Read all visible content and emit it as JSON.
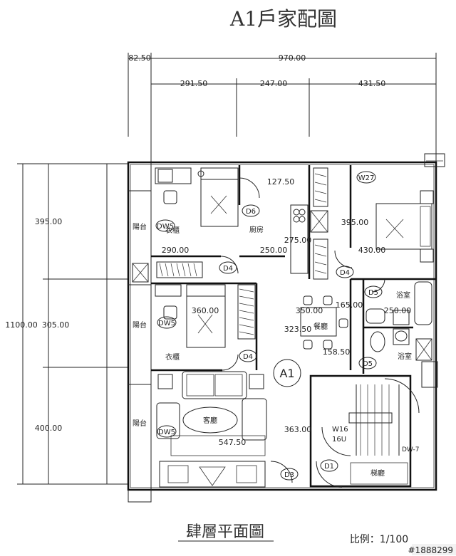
{
  "title": "A1戶家配圖",
  "subtitle": "肆層平面圖",
  "scale_label": "比例：1/100",
  "watermark": "#1888299",
  "unit_label": "A1",
  "dimensions": {
    "top_overall": "970.00",
    "top_left": "82.50",
    "top_seg1": "291.50",
    "top_seg2": "247.00",
    "top_seg3": "431.50",
    "left_total": "1100.00",
    "left_seg1": "395.00",
    "left_seg2": "305.00",
    "left_seg3": "400.00"
  },
  "room_dims": {
    "d_127": "127.50",
    "d_395": "395.00",
    "d_290": "290.00",
    "d_250": "250.00",
    "d_275": "275.00",
    "d_430": "430.00",
    "d_360": "360.00",
    "d_350": "350.00",
    "d_165": "165.00",
    "d_250b": "250.00",
    "d_323": "323.50",
    "d_158": "158.50",
    "d_363": "363.00",
    "d_547": "547.50"
  },
  "tags": [
    "D6",
    "DW5",
    "D4",
    "D4",
    "D4",
    "DW5",
    "DW5",
    "W27",
    "D5",
    "D5",
    "D3",
    "D1"
  ],
  "room_labels": {
    "living": "客廳",
    "dining": "餐廳",
    "kitchen": "廚房",
    "w16": "W16",
    "stair": "梯廳"
  }
}
